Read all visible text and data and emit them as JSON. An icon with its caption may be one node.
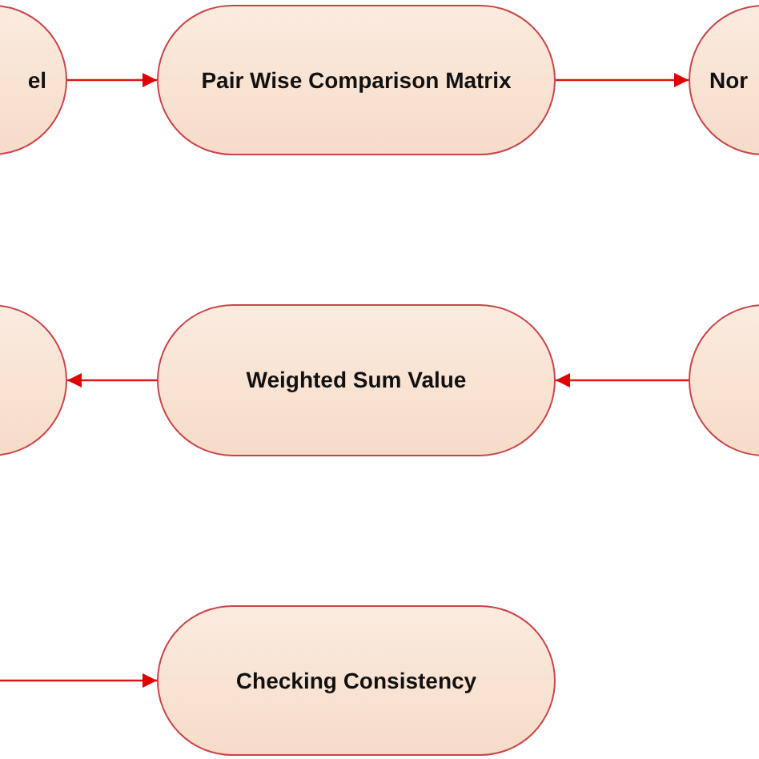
{
  "diagram": {
    "nodes": [
      {
        "text": [
          "el"
        ]
      },
      {
        "text": [
          "Pair Wise Comparison Matrix"
        ]
      },
      {
        "text": [
          "Nor"
        ]
      },
      {
        "text": [],
        "shape": "box"
      },
      {
        "text": [
          "Weighted Sum Value"
        ]
      },
      {
        "text": [],
        "shape": "box"
      },
      {
        "text": [
          "Checking Consistency"
        ]
      }
    ],
    "edges": [
      {
        "from": 0,
        "to": 1,
        "arrow": "to"
      },
      {
        "from": 1,
        "to": 2,
        "arrow": "to"
      },
      {
        "from": 4,
        "to": 3,
        "arrow": "to"
      },
      {
        "from": 5,
        "to": 4,
        "arrow": "to"
      },
      {
        "from": null,
        "to": 6,
        "arrow": "to"
      }
    ]
  }
}
